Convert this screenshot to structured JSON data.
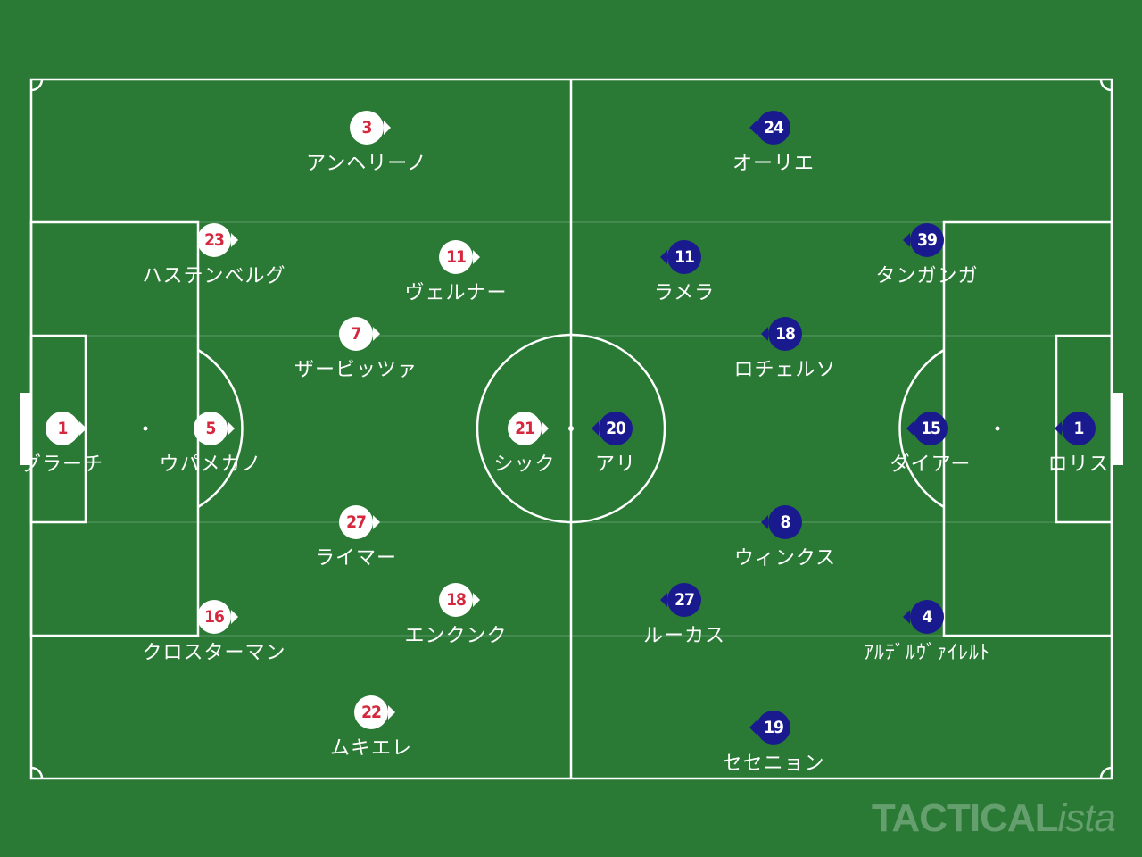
{
  "colors": {
    "pitch": "#2a7a36",
    "lines": "#ffffff",
    "home_fill": "#ffffff",
    "home_number": "#d5283e",
    "away_fill": "#1a1a8f",
    "away_number": "#ffffff"
  },
  "watermark": {
    "part1": "TACTICAL",
    "part2": "ista"
  },
  "home": {
    "players": [
      {
        "number": "1",
        "name": "グラーチ"
      },
      {
        "number": "5",
        "name": "ウパメカノ"
      },
      {
        "number": "23",
        "name": "ハステンベルグ"
      },
      {
        "number": "16",
        "name": "クロスターマン"
      },
      {
        "number": "7",
        "name": "ザービッツァ"
      },
      {
        "number": "27",
        "name": "ライマー"
      },
      {
        "number": "3",
        "name": "アンヘリーノ"
      },
      {
        "number": "22",
        "name": "ムキエレ"
      },
      {
        "number": "11",
        "name": "ヴェルナー"
      },
      {
        "number": "18",
        "name": "エンクンク"
      },
      {
        "number": "21",
        "name": "シック"
      }
    ]
  },
  "away": {
    "players": [
      {
        "number": "1",
        "name": "ロリス"
      },
      {
        "number": "15",
        "name": "ダイアー"
      },
      {
        "number": "39",
        "name": "タンガンガ"
      },
      {
        "number": "4",
        "name": "ｱﾙﾃﾞﾙｳﾞｧｲﾚﾙﾄ"
      },
      {
        "number": "18",
        "name": "ロチェルソ"
      },
      {
        "number": "8",
        "name": "ウィンクス"
      },
      {
        "number": "24",
        "name": "オーリエ"
      },
      {
        "number": "19",
        "name": "セセニョン"
      },
      {
        "number": "11",
        "name": "ラメラ"
      },
      {
        "number": "27",
        "name": "ルーカス"
      },
      {
        "number": "20",
        "name": "アリ"
      }
    ]
  }
}
